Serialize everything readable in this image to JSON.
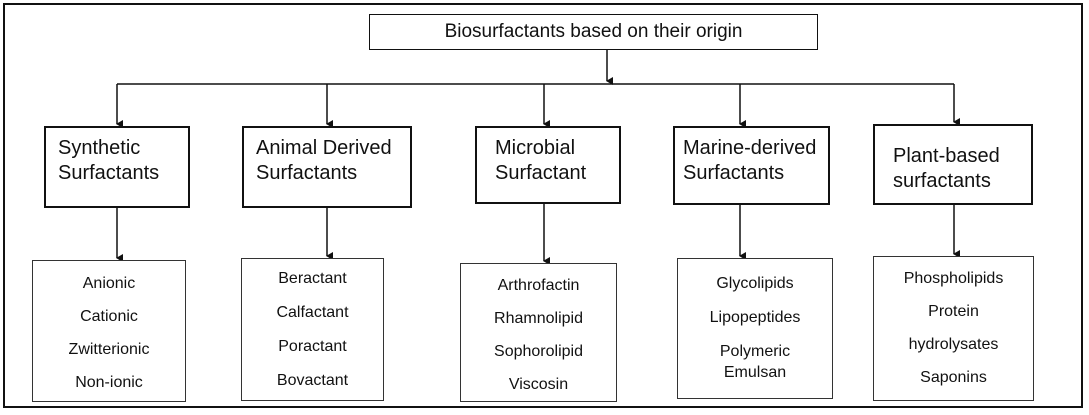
{
  "root": {
    "label": "Biosurfactants based on their origin"
  },
  "categories": [
    {
      "title_lines": [
        "Synthetic",
        "Surfactants"
      ],
      "items": [
        "Anionic",
        "Cationic",
        "Zwitterionic",
        "Non-ionic"
      ]
    },
    {
      "title_lines": [
        "Animal Derived",
        "Surfactants"
      ],
      "items": [
        "Beractant",
        "Calfactant",
        "Poractant",
        "Bovactant"
      ]
    },
    {
      "title_lines": [
        "Microbial",
        "Surfactant"
      ],
      "items": [
        "Arthrofactin",
        "Rhamnolipid",
        "Sophorolipid",
        "Viscosin"
      ]
    },
    {
      "title_lines": [
        "Marine-derived",
        "Surfactants"
      ],
      "items": [
        "Glycolipids",
        "Lipopeptides",
        "Polymeric",
        "Emulsan"
      ]
    },
    {
      "title_lines": [
        "Plant-based",
        "surfactants"
      ],
      "items": [
        "Phospholipids",
        "Protein",
        "hydrolysates",
        "Saponins"
      ]
    }
  ],
  "colors": {
    "line": "#111111",
    "background": "#ffffff"
  }
}
